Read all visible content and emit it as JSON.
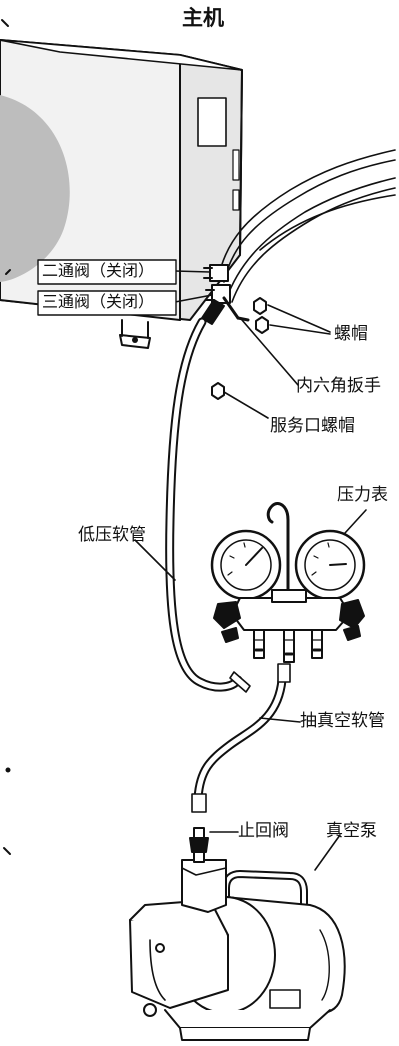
{
  "title": "主机",
  "labels": {
    "two_way_valve": "二通阀（关闭）",
    "three_way_valve": "三通阀（关闭）",
    "nut": "螺帽",
    "hex_wrench": "内六角扳手",
    "service_port_nut": "服务口螺帽",
    "pressure_gauge": "压力表",
    "low_pressure_hose": "低压软管",
    "vacuum_hose": "抽真空软管",
    "check_valve": "止回阀",
    "vacuum_pump": "真空泵"
  },
  "colors": {
    "line": "#111111",
    "unit_shade": "#bdbdbd",
    "unit_body": "#e6e6e6",
    "fill": "#ffffff"
  }
}
